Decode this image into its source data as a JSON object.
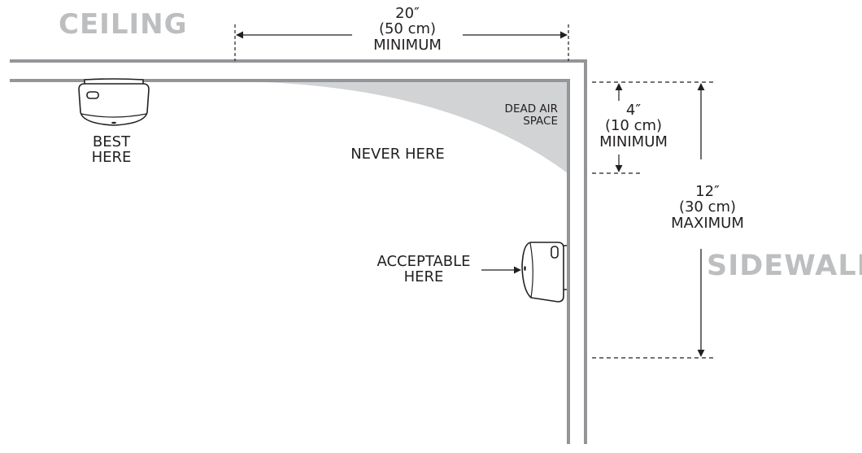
{
  "walls": {
    "ceiling_label": "CEILING",
    "sidewall_label": "SIDEWALL"
  },
  "dimensions": {
    "ceiling_clearance": {
      "value": "20″",
      "metric": "(50 cm)",
      "qualifier": "MINIMUM"
    },
    "wall_min": {
      "value": "4″",
      "metric": "(10 cm)",
      "qualifier": "MINIMUM"
    },
    "wall_max": {
      "value": "12″",
      "metric": "(30 cm)",
      "qualifier": "MAXIMUM"
    }
  },
  "zones": {
    "dead_air": {
      "line1": "DEAD AIR",
      "line2": "SPACE"
    },
    "never": "NEVER HERE",
    "best": {
      "line1": "BEST",
      "line2": "HERE"
    },
    "acceptable": {
      "line1": "ACCEPTABLE",
      "line2": "HERE"
    }
  },
  "colors": {
    "wall": "#939598",
    "dead_air_fill": "#d1d3d4",
    "ink": "#231f20",
    "watermark_text": "#bcbec0"
  }
}
